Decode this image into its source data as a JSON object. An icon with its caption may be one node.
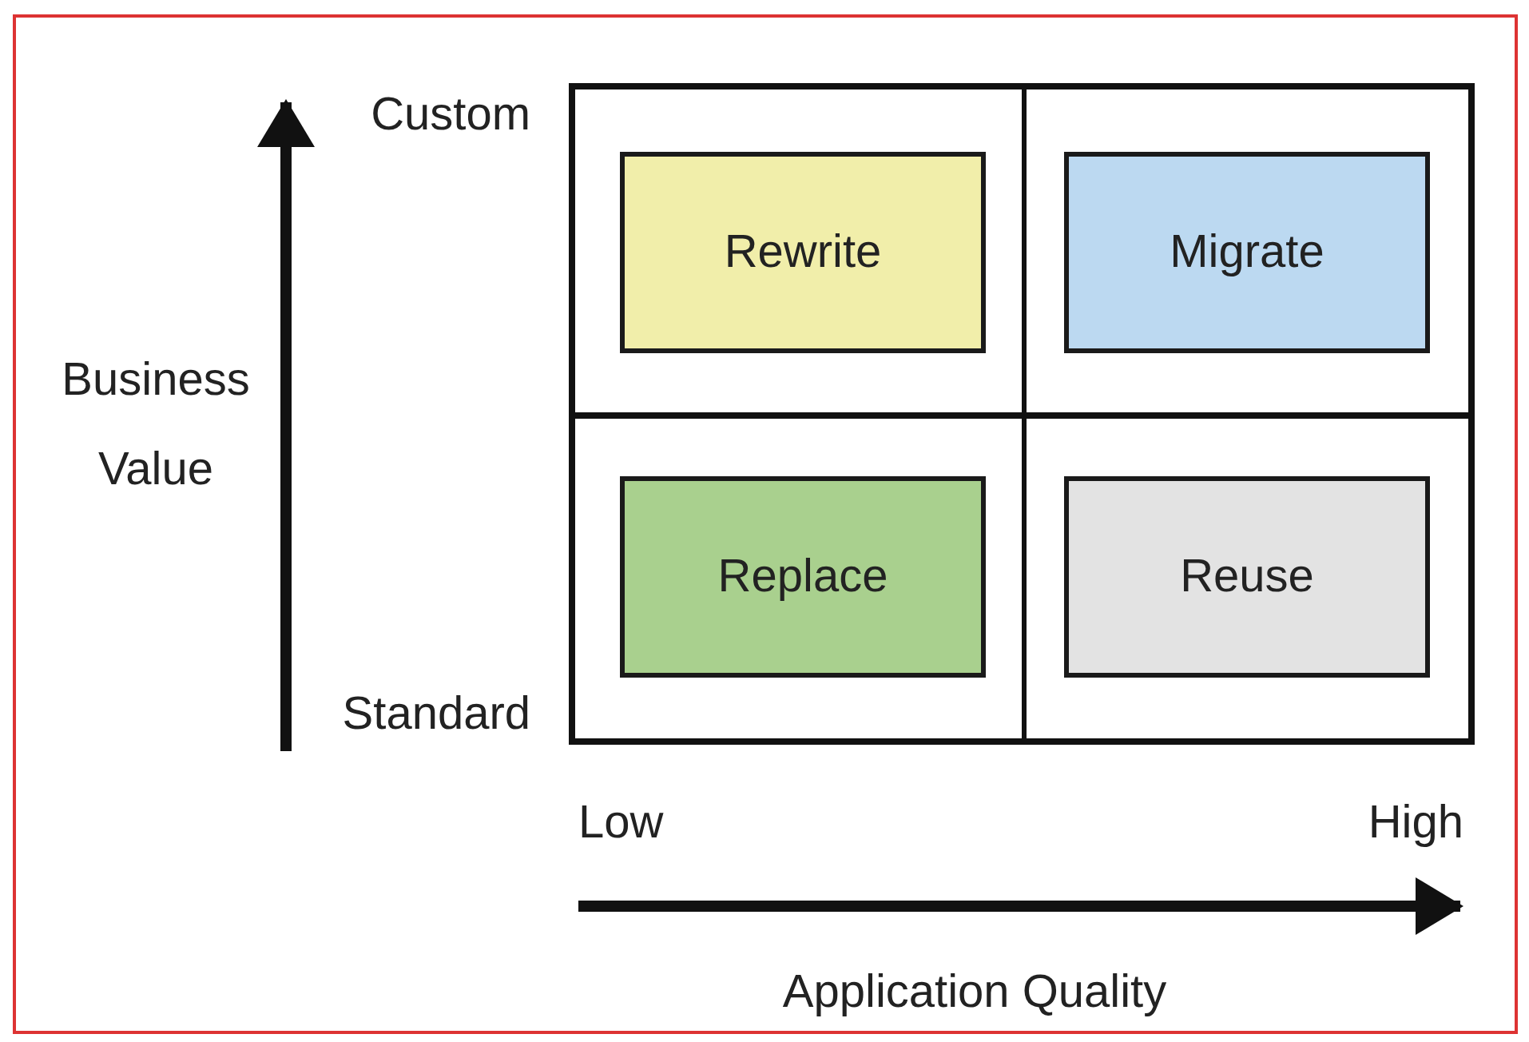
{
  "diagram": {
    "nodes": [
      {
        "text": [
          "Rewrite"
        ]
      },
      {
        "text": [
          "Migrate"
        ]
      },
      {
        "text": [
          "Replace"
        ]
      },
      {
        "text": [
          "Reuse"
        ]
      }
    ],
    "labels": [
      "Custom",
      "Business Value",
      "Standard",
      "Low",
      "High",
      "Application Quality"
    ]
  }
}
